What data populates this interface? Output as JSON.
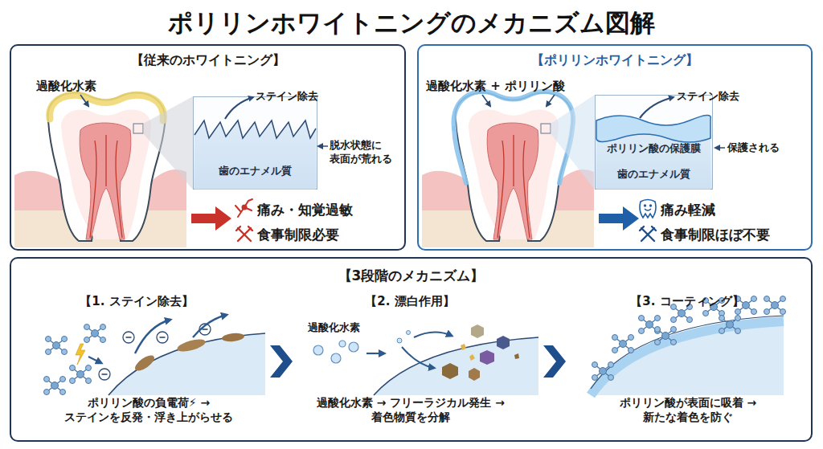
{
  "diagram": {
    "title": "ポリリンホワイトニングのメカニズム図解",
    "nodes": [
      {
        "text": [
          "【従来のホワイトニング】"
        ]
      },
      {
        "text": [
          "歯のエナメル質"
        ],
        "in": 0
      },
      {
        "text": [
          "【ポリリンホワイトニング】"
        ]
      },
      {
        "text": [
          "ポリリン酸の保護膜",
          "歯のエナメル質"
        ],
        "in": 2
      },
      {
        "text": [
          "【3段階のメカニズム】"
        ]
      }
    ],
    "labels": [
      "過酸化水素",
      "ステイン除去",
      "脱水状態に 表面が荒れる",
      "痛み・知覚過敏",
      "食事制限必要",
      "過酸化水素 + ポリリン酸",
      "ステイン除去",
      "保護される",
      "痛み軽減",
      "食事制限ほぼ不要",
      "【1. ステイン除去】",
      "ポリリン酸の負電荷⚡ → ステインを反発・浮き上がらせる",
      "【2. 漂白作用】",
      "過酸化水素",
      "過酸化水素 → フリーラジカル発生 → 着色物質を分解",
      "【3. コーティング】",
      "ポリリン酸が表面に吸着 → 新たな着色を防ぐ"
    ]
  }
}
